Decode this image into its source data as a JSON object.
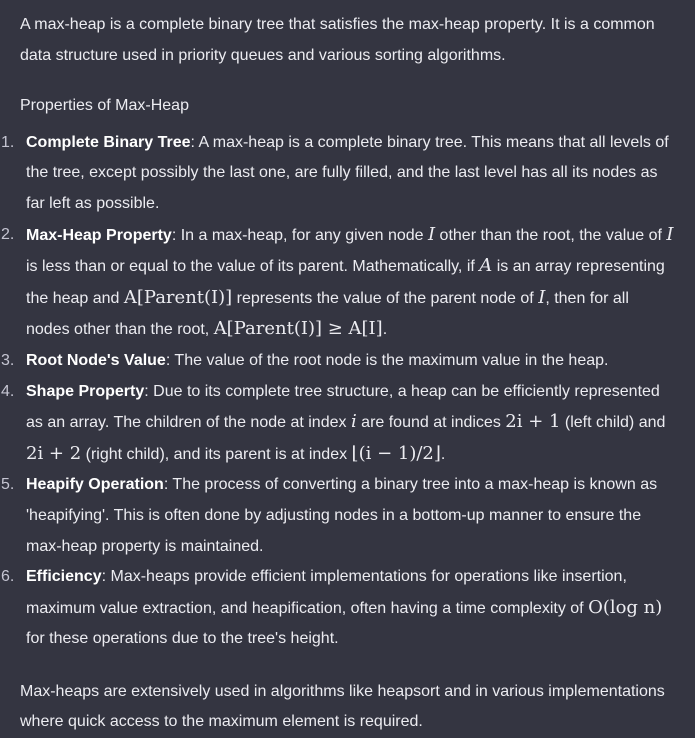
{
  "intro": "A max-heap is a complete binary tree that satisfies the max-heap property. It is a common data structure used in priority queues and various sorting algorithms.",
  "heading": "Properties of Max-Heap",
  "items": [
    {
      "num": "1.",
      "title": "Complete Binary Tree",
      "text": ": A max-heap is a complete binary tree. This means that all levels of the tree, except possibly the last one, are fully filled, and the last level has all its nodes as far left as possible."
    },
    {
      "num": "2.",
      "title": "Max-Heap Property",
      "t1": ": In a max-heap, for any given node ",
      "m1": "I",
      "t2": " other than the root, the value of ",
      "m2": "I",
      "t3": " is less than or equal to the value of its parent. Mathematically, if ",
      "m3": "A",
      "t4": " is an array representing the heap and ",
      "m4": "A[Parent(I)]",
      "t5": " represents the value of the parent node of ",
      "m5": "I",
      "t6": ", then for all nodes other than the root, ",
      "m6": "A[Parent(I)] ≥ A[I]",
      "t7": "."
    },
    {
      "num": "3.",
      "title": "Root Node's Value",
      "text": ": The value of the root node is the maximum value in the heap."
    },
    {
      "num": "4.",
      "title": "Shape Property",
      "t1": ": Due to its complete tree structure, a heap can be efficiently represented as an array. The children of the node at index ",
      "m1": "i",
      "t2": " are found at indices ",
      "m2": "2i + 1",
      "t3": " (left child) and ",
      "m3": "2i + 2",
      "t4": " (right child), and its parent is at index ",
      "m4": "⌊(i − 1)/2⌋",
      "t5": "."
    },
    {
      "num": "5.",
      "title": "Heapify Operation",
      "text": ": The process of converting a binary tree into a max-heap is known as 'heapifying'. This is often done by adjusting nodes in a bottom-up manner to ensure the max-heap property is maintained."
    },
    {
      "num": "6.",
      "title": "Efficiency",
      "t1": ": Max-heaps provide efficient implementations for operations like insertion, maximum value extraction, and heapification, often having a time complexity of ",
      "m1": "O(log n)",
      "t2": " for these operations due to the tree's height."
    }
  ],
  "outro": "Max-heaps are extensively used in algorithms like heapsort and in various implementations where quick access to the maximum element is required."
}
